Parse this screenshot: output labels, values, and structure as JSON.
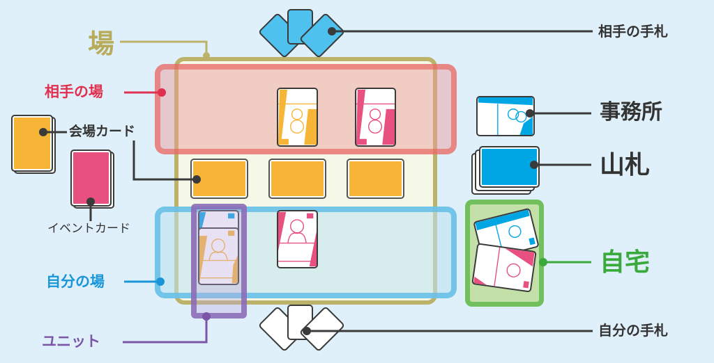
{
  "labels": {
    "field": "場",
    "opponent_field": "相手の場",
    "venue_card": "会場カード",
    "event_card": "イベントカード",
    "my_field": "自分の場",
    "unit": "ユニット",
    "opponent_hand": "相手の手札",
    "office": "事務所",
    "deck": "山札",
    "home": "自宅",
    "my_hand": "自分の手札"
  },
  "colors": {
    "background": "#dff0fa",
    "field": "#bdb26a",
    "opponent_field": "#e0304f",
    "my_field": "#1a96d8",
    "unit": "#7a55a8",
    "home": "#3aaa3c",
    "venue": "#f7b538",
    "event": "#e8507f",
    "blue_card": "#00a6e4",
    "hand_blue": "#4fc1ee"
  }
}
